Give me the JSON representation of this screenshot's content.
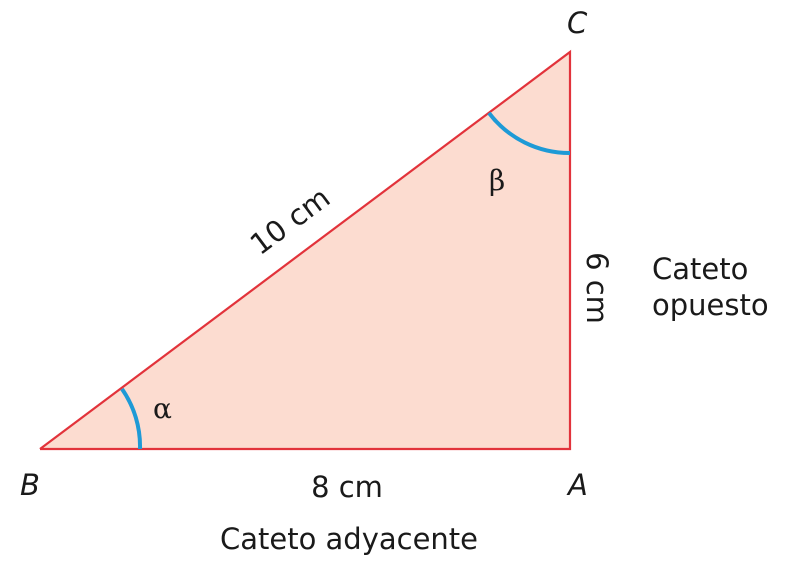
{
  "vertices": {
    "a": "A",
    "b": "B",
    "c": "C"
  },
  "angles": {
    "alpha": "α",
    "beta": "β"
  },
  "sides": {
    "hypotenuse": "10 cm",
    "adjacent": "8 cm",
    "opposite": "6 cm"
  },
  "captions": {
    "adjacent_leg": "Cateto adyacente",
    "opposite_leg_line1": "Cateto",
    "opposite_leg_line2": "opuesto"
  },
  "colors": {
    "fill": "#fcdcd0",
    "stroke": "#e2333b",
    "arc": "#1e9ad6"
  }
}
